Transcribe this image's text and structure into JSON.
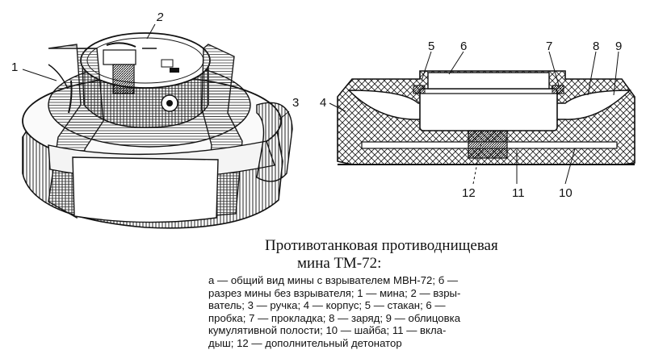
{
  "figure": {
    "title_line1": "Противотанковая противоднищевая",
    "title_line2": "мина ТМ-72:",
    "caption_lines": [
      "а — общий вид мины с взрывателем МВН-72; б —",
      "разрез мины без взрывателя; 1 — мина; 2 — взры-",
      "ватель; 3 — ручка; 4 — корпус; 5 — стакан; 6 —",
      "пробка; 7 — прокладка; 8 — заряд; 9 — облицовка",
      "кумулятивной полости; 10 — шайба; 11 — вкла-",
      "дыш; 12 — дополнительный детонатор"
    ],
    "left_view_labels": {
      "mine": "1",
      "fuze": "2",
      "handle": "3"
    },
    "section_labels": {
      "body": "4",
      "cup": "5",
      "plug": "6",
      "gasket": "7",
      "charge": "8",
      "liner": "9",
      "washer": "10",
      "insert": "11",
      "detonator": "12"
    }
  }
}
